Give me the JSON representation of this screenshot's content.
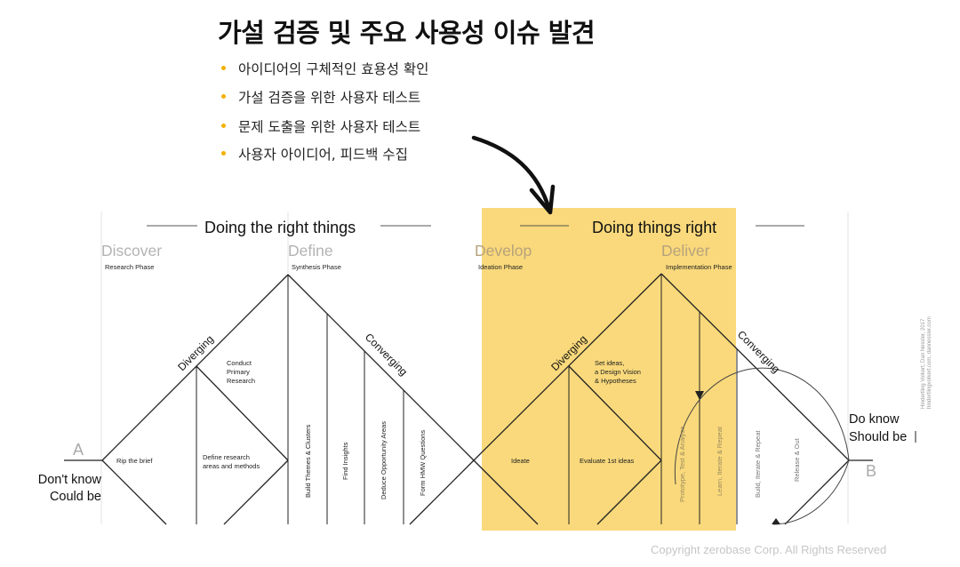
{
  "title": "가설 검증 및 주요 사용성 이슈 발견",
  "bullets": [
    "아이디어의 구체적인 효용성 확인",
    "가설 검증을 위한 사용자 테스트",
    "문제 도출을 위한 사용자 테스트",
    "사용자 아이디어, 피드백 수집"
  ],
  "diagram": {
    "header_left": "Doing the right things",
    "header_right": "Doing things right",
    "phases": [
      {
        "name": "Discover",
        "sub": "Research Phase"
      },
      {
        "name": "Define",
        "sub": "Synthesis Phase"
      },
      {
        "name": "Develop",
        "sub": "Ideation Phase"
      },
      {
        "name": "Deliver",
        "sub": "Implementation Phase"
      }
    ],
    "diverging_label": "Diverging",
    "converging_label": "Converging",
    "point_a": "A",
    "point_b": "B",
    "start_label_1": "Don't know",
    "start_label_2": "Could be",
    "end_label_1": "Do know",
    "end_label_2": "Should be",
    "conduct_primary_research": [
      "Conduct",
      "Primary",
      "Research"
    ],
    "rip_the_brief": "Rip the brief",
    "define_research": [
      "Define research",
      "areas and methods"
    ],
    "build_themes": "Build Themes & Clusters",
    "find_insights": "Find Insights",
    "deduce_opportunity": "Deduce Opportunity Areas",
    "form_hmw": "Form HMW Questions",
    "set_ideas": [
      "Set ideas,",
      "a Design Vision",
      "& Hypotheses"
    ],
    "ideate": "Ideate",
    "evaluate": "Evaluate 1st ideas",
    "prototype": "Prototype, Test & Analyse",
    "learn": "Learn, Iterate & Repeat",
    "build_iterate": "Build, Iterate & Repeat",
    "release": "Release & Out",
    "highlight_color": "#f9d97b",
    "credit_lines": [
      "Hindertling Volkert, Dan Nessler, 2017",
      "hindertlingvolkert.com, dannessler.com"
    ]
  },
  "copyright": "Copyright zerobase Corp. All Rights Reserved"
}
